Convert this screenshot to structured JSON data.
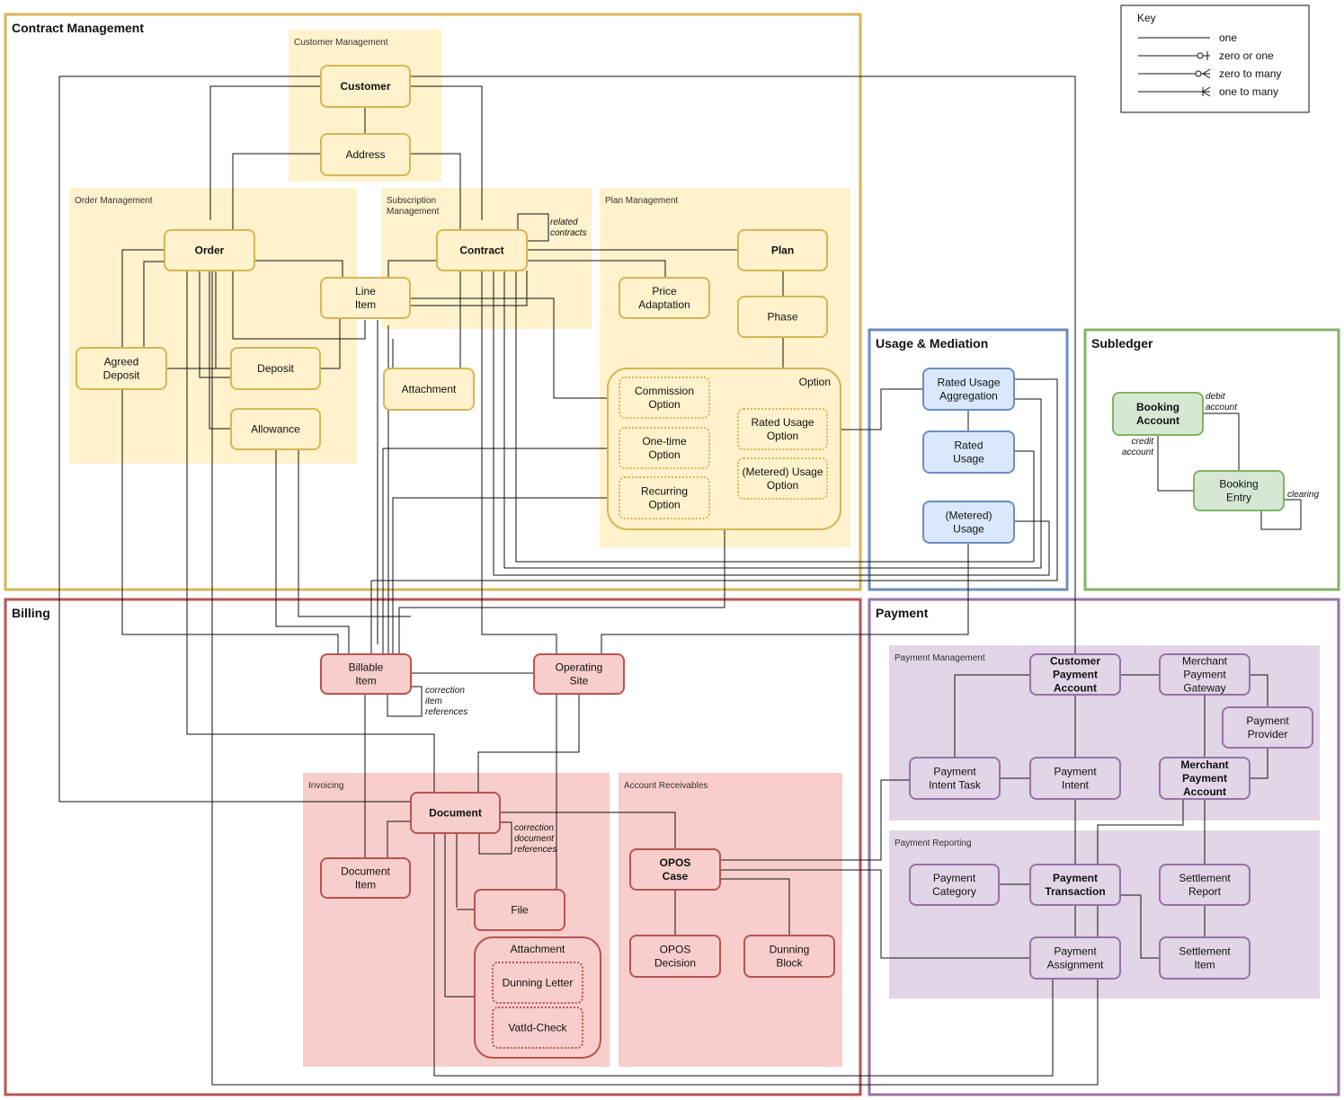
{
  "colors": {
    "contract": {
      "stroke": "#d6b656",
      "fill": "#fff2cc",
      "area": "#d6b656"
    },
    "billing": {
      "stroke": "#b85450",
      "fill": "#f8cecc",
      "area": "#b85450"
    },
    "usage": {
      "stroke": "#6c8ebf",
      "fill": "#dae8fc",
      "area": "#6c8ebf"
    },
    "subledger": {
      "stroke": "#82b366",
      "fill": "#d5e8d4",
      "area": "#82b366"
    },
    "payment": {
      "stroke": "#9673a6",
      "fill": "#e1d5e7",
      "area": "#9673a6"
    }
  },
  "areas": {
    "contract_management": "Contract Management",
    "billing": "Billing",
    "usage_mediation": "Usage & Mediation",
    "subledger": "Subledger",
    "payment": "Payment"
  },
  "subareas": {
    "customer_management": "Customer Management",
    "order_management": "Order Management",
    "subscription_management": [
      "Subscription",
      "Management"
    ],
    "plan_management": "Plan Management",
    "invoicing": "Invoicing",
    "account_receivables": "Account Receivables",
    "payment_management": "Payment Management",
    "payment_reporting": "Payment Reporting"
  },
  "entities": {
    "customer": [
      "Customer"
    ],
    "address": [
      "Address"
    ],
    "order": [
      "Order"
    ],
    "contract": [
      "Contract"
    ],
    "plan": [
      "Plan"
    ],
    "line_item": [
      "Line",
      "Item"
    ],
    "price_adaptation": [
      "Price",
      "Adaptation"
    ],
    "phase": [
      "Phase"
    ],
    "agreed_deposit": [
      "Agreed",
      "Deposit"
    ],
    "deposit": [
      "Deposit"
    ],
    "attachment_contract": [
      "Attachment"
    ],
    "allowance": [
      "Allowance"
    ],
    "option": "Option",
    "commission_option": [
      "Commission",
      "Option"
    ],
    "one_time_option": [
      "One-time",
      "Option"
    ],
    "recurring_option": [
      "Recurring",
      "Option"
    ],
    "rated_usage_option": [
      "Rated Usage",
      "Option"
    ],
    "metered_usage_option": [
      "(Metered) Usage",
      "Option"
    ],
    "rated_usage_aggregation": [
      "Rated Usage",
      "Aggregation"
    ],
    "rated_usage": [
      "Rated",
      "Usage"
    ],
    "metered_usage": [
      "(Metered)",
      "Usage"
    ],
    "booking_account": [
      "Booking",
      "Account"
    ],
    "booking_entry": [
      "Booking",
      "Entry"
    ],
    "billable_item": [
      "Billable",
      "Item"
    ],
    "operating_site": [
      "Operating",
      "Site"
    ],
    "document": [
      "Document"
    ],
    "document_item": [
      "Document",
      "Item"
    ],
    "file": [
      "File"
    ],
    "attachment_billing": "Attachment",
    "dunning_letter": [
      "Dunning Letter"
    ],
    "vatid_check": [
      "VatId-Check"
    ],
    "opos_case": [
      "OPOS",
      "Case"
    ],
    "opos_decision": [
      "OPOS",
      "Decision"
    ],
    "dunning_block": [
      "Dunning",
      "Block"
    ],
    "customer_payment_account": [
      "Customer",
      "Payment",
      "Account"
    ],
    "merchant_payment_gateway": [
      "Merchant",
      "Payment",
      "Gateway"
    ],
    "payment_provider": [
      "Payment",
      "Provider"
    ],
    "payment_intent_task": [
      "Payment",
      "Intent Task"
    ],
    "payment_intent": [
      "Payment",
      "Intent"
    ],
    "merchant_payment_account": [
      "Merchant",
      "Payment",
      "Account"
    ],
    "payment_category": [
      "Payment",
      "Category"
    ],
    "payment_transaction": [
      "Payment",
      "Transaction"
    ],
    "settlement_report": [
      "Settlement",
      "Report"
    ],
    "payment_assignment": [
      "Payment",
      "Assignment"
    ],
    "settlement_item": [
      "Settlement",
      "Item"
    ]
  },
  "notes": {
    "related_contracts": [
      "related",
      "contracts"
    ],
    "correction_item": [
      "correction",
      "item",
      "references"
    ],
    "correction_document": [
      "correction",
      "document",
      "references"
    ],
    "debit_account": [
      "debit",
      "account"
    ],
    "credit_account": [
      "credit",
      "account"
    ],
    "clearing": [
      "clearing"
    ]
  },
  "key": {
    "title": "Key",
    "items": [
      {
        "label": "one",
        "symbol": "one"
      },
      {
        "label": "zero or one",
        "symbol": "zero-or-one"
      },
      {
        "label": "zero to many",
        "symbol": "zero-to-many"
      },
      {
        "label": "one to many",
        "symbol": "one-to-many"
      }
    ]
  }
}
